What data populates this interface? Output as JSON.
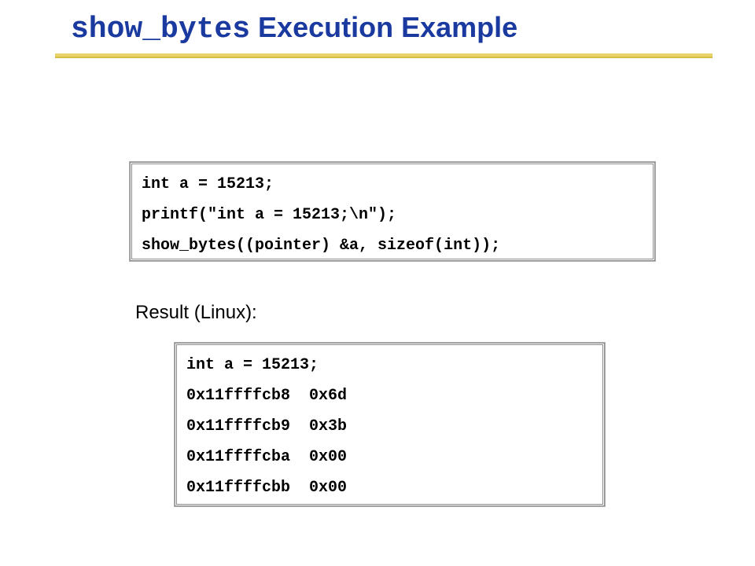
{
  "title": {
    "code": "show_bytes",
    "text": " Execution Example"
  },
  "source_code": {
    "lines": [
      "int a = 15213;",
      "printf(\"int a = 15213;\\n\");",
      "show_bytes((pointer) &a, sizeof(int));"
    ]
  },
  "result_label": "Result (Linux):",
  "result_output": {
    "lines": [
      "int a = 15213;",
      "0x11ffffcb8  0x6d",
      "0x11ffffcb9  0x3b",
      "0x11ffffcba  0x00",
      "0x11ffffcbb  0x00"
    ]
  }
}
